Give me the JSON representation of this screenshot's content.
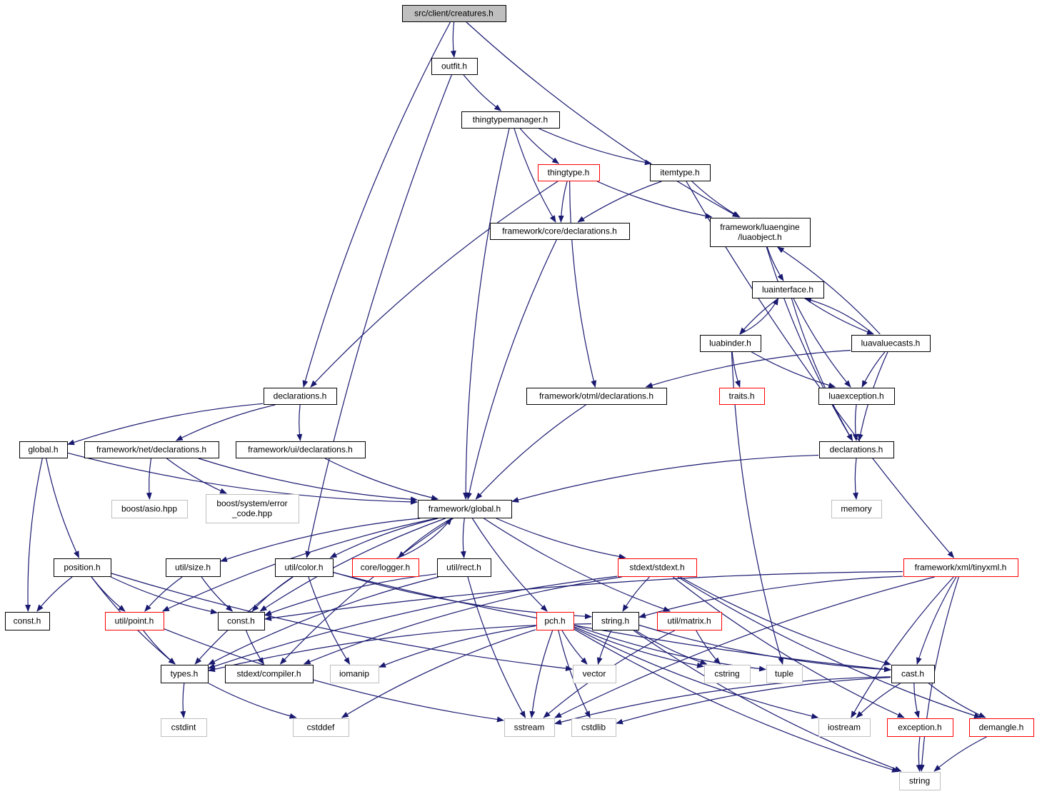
{
  "colors": {
    "edge": "#191970",
    "root_fill": "#bfbfbf",
    "node_border": "#000000",
    "truncated_border": "#ff0000",
    "external_border": "#bfbfbf"
  },
  "nodes": [
    {
      "id": "n_root",
      "lines": [
        "src/client/creatures.h"
      ],
      "kind": "root"
    },
    {
      "id": "n_outfit",
      "lines": [
        "outfit.h"
      ],
      "kind": "normal"
    },
    {
      "id": "n_ttm",
      "lines": [
        "thingtypemanager.h"
      ],
      "kind": "normal"
    },
    {
      "id": "n_thingtype",
      "lines": [
        "thingtype.h"
      ],
      "kind": "truncated"
    },
    {
      "id": "n_itemtype",
      "lines": [
        "itemtype.h"
      ],
      "kind": "normal"
    },
    {
      "id": "n_coredecl",
      "lines": [
        "framework/core/declarations.h"
      ],
      "kind": "normal"
    },
    {
      "id": "n_luaobject",
      "lines": [
        "framework/luaengine",
        "/luaobject.h"
      ],
      "kind": "normal"
    },
    {
      "id": "n_luainterface",
      "lines": [
        "luainterface.h"
      ],
      "kind": "normal"
    },
    {
      "id": "n_luabinder",
      "lines": [
        "luabinder.h"
      ],
      "kind": "normal"
    },
    {
      "id": "n_luavaluecasts",
      "lines": [
        "luavaluecasts.h"
      ],
      "kind": "normal"
    },
    {
      "id": "n_decl_client",
      "lines": [
        "declarations.h"
      ],
      "kind": "normal"
    },
    {
      "id": "n_otmldecl",
      "lines": [
        "framework/otml/declarations.h"
      ],
      "kind": "normal"
    },
    {
      "id": "n_traits",
      "lines": [
        "traits.h"
      ],
      "kind": "truncated"
    },
    {
      "id": "n_luaexception",
      "lines": [
        "luaexception.h"
      ],
      "kind": "normal"
    },
    {
      "id": "n_globalh",
      "lines": [
        "global.h"
      ],
      "kind": "normal"
    },
    {
      "id": "n_netdecl",
      "lines": [
        "framework/net/declarations.h"
      ],
      "kind": "normal"
    },
    {
      "id": "n_uidecl",
      "lines": [
        "framework/ui/declarations.h"
      ],
      "kind": "normal"
    },
    {
      "id": "n_decl_lua",
      "lines": [
        "declarations.h"
      ],
      "kind": "normal"
    },
    {
      "id": "n_boostasio",
      "lines": [
        "boost/asio.hpp"
      ],
      "kind": "external"
    },
    {
      "id": "n_boosterr",
      "lines": [
        "boost/system/error",
        "_code.hpp"
      ],
      "kind": "external"
    },
    {
      "id": "n_fwglobal",
      "lines": [
        "framework/global.h"
      ],
      "kind": "normal"
    },
    {
      "id": "n_memory",
      "lines": [
        "memory"
      ],
      "kind": "external"
    },
    {
      "id": "n_position",
      "lines": [
        "position.h"
      ],
      "kind": "normal"
    },
    {
      "id": "n_size",
      "lines": [
        "util/size.h"
      ],
      "kind": "normal"
    },
    {
      "id": "n_color",
      "lines": [
        "util/color.h"
      ],
      "kind": "normal"
    },
    {
      "id": "n_logger",
      "lines": [
        "core/logger.h"
      ],
      "kind": "truncated"
    },
    {
      "id": "n_rect",
      "lines": [
        "util/rect.h"
      ],
      "kind": "normal"
    },
    {
      "id": "n_stdext",
      "lines": [
        "stdext/stdext.h"
      ],
      "kind": "truncated"
    },
    {
      "id": "n_tinyxml",
      "lines": [
        "framework/xml/tinyxml.h"
      ],
      "kind": "truncated"
    },
    {
      "id": "n_const_l",
      "lines": [
        "const.h"
      ],
      "kind": "normal"
    },
    {
      "id": "n_point",
      "lines": [
        "util/point.h"
      ],
      "kind": "truncated"
    },
    {
      "id": "n_const_m",
      "lines": [
        "const.h"
      ],
      "kind": "normal"
    },
    {
      "id": "n_pch",
      "lines": [
        "pch.h"
      ],
      "kind": "truncated"
    },
    {
      "id": "n_stringh",
      "lines": [
        "string.h"
      ],
      "kind": "normal"
    },
    {
      "id": "n_matrix",
      "lines": [
        "util/matrix.h"
      ],
      "kind": "truncated"
    },
    {
      "id": "n_types",
      "lines": [
        "types.h"
      ],
      "kind": "normal"
    },
    {
      "id": "n_compiler",
      "lines": [
        "stdext/compiler.h"
      ],
      "kind": "normal"
    },
    {
      "id": "n_iomanip",
      "lines": [
        "iomanip"
      ],
      "kind": "external"
    },
    {
      "id": "n_vector",
      "lines": [
        "vector"
      ],
      "kind": "external"
    },
    {
      "id": "n_cstring",
      "lines": [
        "cstring"
      ],
      "kind": "external"
    },
    {
      "id": "n_tuple",
      "lines": [
        "tuple"
      ],
      "kind": "external"
    },
    {
      "id": "n_cast",
      "lines": [
        "cast.h"
      ],
      "kind": "normal"
    },
    {
      "id": "n_cstdint",
      "lines": [
        "cstdint"
      ],
      "kind": "external"
    },
    {
      "id": "n_cstddef",
      "lines": [
        "cstddef"
      ],
      "kind": "external"
    },
    {
      "id": "n_sstream",
      "lines": [
        "sstream"
      ],
      "kind": "external"
    },
    {
      "id": "n_cstdlib",
      "lines": [
        "cstdlib"
      ],
      "kind": "external"
    },
    {
      "id": "n_iostream",
      "lines": [
        "iostream"
      ],
      "kind": "external"
    },
    {
      "id": "n_exception",
      "lines": [
        "exception.h"
      ],
      "kind": "truncated"
    },
    {
      "id": "n_demangle",
      "lines": [
        "demangle.h"
      ],
      "kind": "truncated"
    },
    {
      "id": "n_string",
      "lines": [
        "string"
      ],
      "kind": "external"
    }
  ],
  "edges": [
    [
      "n_root",
      "n_outfit"
    ],
    [
      "n_root",
      "n_decl_client"
    ],
    [
      "n_root",
      "n_luaobject"
    ],
    [
      "n_outfit",
      "n_ttm"
    ],
    [
      "n_outfit",
      "n_color"
    ],
    [
      "n_ttm",
      "n_thingtype"
    ],
    [
      "n_ttm",
      "n_itemtype"
    ],
    [
      "n_ttm",
      "n_coredecl"
    ],
    [
      "n_ttm",
      "n_fwglobal"
    ],
    [
      "n_thingtype",
      "n_coredecl"
    ],
    [
      "n_thingtype",
      "n_luaobject"
    ],
    [
      "n_thingtype",
      "n_decl_client"
    ],
    [
      "n_thingtype",
      "n_otmldecl"
    ],
    [
      "n_itemtype",
      "n_coredecl"
    ],
    [
      "n_itemtype",
      "n_luaobject"
    ],
    [
      "n_itemtype",
      "n_tinyxml"
    ],
    [
      "n_coredecl",
      "n_fwglobal"
    ],
    [
      "n_luaobject",
      "n_luainterface"
    ],
    [
      "n_luaobject",
      "n_decl_lua"
    ],
    [
      "n_luainterface",
      "n_luabinder"
    ],
    [
      "n_luainterface",
      "n_luavaluecasts"
    ],
    [
      "n_luainterface",
      "n_luaexception"
    ],
    [
      "n_luainterface",
      "n_decl_lua"
    ],
    [
      "n_luabinder",
      "n_luainterface"
    ],
    [
      "n_luabinder",
      "n_traits"
    ],
    [
      "n_luabinder",
      "n_luaexception"
    ],
    [
      "n_luabinder",
      "n_tuple"
    ],
    [
      "n_luavaluecasts",
      "n_luainterface"
    ],
    [
      "n_luavaluecasts",
      "n_luaobject"
    ],
    [
      "n_luavaluecasts",
      "n_luaexception"
    ],
    [
      "n_luavaluecasts",
      "n_decl_lua"
    ],
    [
      "n_luavaluecasts",
      "n_otmldecl"
    ],
    [
      "n_luaexception",
      "n_decl_lua"
    ],
    [
      "n_decl_lua",
      "n_fwglobal"
    ],
    [
      "n_decl_lua",
      "n_memory"
    ],
    [
      "n_decl_client",
      "n_globalh"
    ],
    [
      "n_decl_client",
      "n_netdecl"
    ],
    [
      "n_decl_client",
      "n_uidecl"
    ],
    [
      "n_otmldecl",
      "n_fwglobal"
    ],
    [
      "n_globalh",
      "n_fwglobal"
    ],
    [
      "n_globalh",
      "n_position"
    ],
    [
      "n_globalh",
      "n_const_l"
    ],
    [
      "n_netdecl",
      "n_fwglobal"
    ],
    [
      "n_netdecl",
      "n_boostasio"
    ],
    [
      "n_netdecl",
      "n_boosterr"
    ],
    [
      "n_uidecl",
      "n_fwglobal"
    ],
    [
      "n_fwglobal",
      "n_size"
    ],
    [
      "n_fwglobal",
      "n_color"
    ],
    [
      "n_fwglobal",
      "n_logger"
    ],
    [
      "n_fwglobal",
      "n_rect"
    ],
    [
      "n_fwglobal",
      "n_stdext"
    ],
    [
      "n_fwglobal",
      "n_point"
    ],
    [
      "n_fwglobal",
      "n_const_m"
    ],
    [
      "n_fwglobal",
      "n_pch"
    ],
    [
      "n_fwglobal",
      "n_matrix"
    ],
    [
      "n_fwglobal",
      "n_compiler"
    ],
    [
      "n_logger",
      "n_fwglobal"
    ],
    [
      "n_position",
      "n_const_l"
    ],
    [
      "n_position",
      "n_point"
    ],
    [
      "n_position",
      "n_const_m"
    ],
    [
      "n_position",
      "n_types"
    ],
    [
      "n_position",
      "n_vector"
    ],
    [
      "n_size",
      "n_point"
    ],
    [
      "n_size",
      "n_const_m"
    ],
    [
      "n_color",
      "n_const_m"
    ],
    [
      "n_color",
      "n_types"
    ],
    [
      "n_color",
      "n_stringh"
    ],
    [
      "n_color",
      "n_iomanip"
    ],
    [
      "n_color",
      "n_cast"
    ],
    [
      "n_rect",
      "n_const_m"
    ],
    [
      "n_rect",
      "n_types"
    ],
    [
      "n_rect",
      "n_sstream"
    ],
    [
      "n_stdext",
      "n_stringh"
    ],
    [
      "n_stdext",
      "n_types"
    ],
    [
      "n_stdext",
      "n_compiler"
    ],
    [
      "n_stdext",
      "n_cast"
    ],
    [
      "n_stdext",
      "n_exception"
    ],
    [
      "n_stdext",
      "n_demangle"
    ],
    [
      "n_tinyxml",
      "n_stringh"
    ],
    [
      "n_tinyxml",
      "n_cast"
    ],
    [
      "n_tinyxml",
      "n_sstream"
    ],
    [
      "n_tinyxml",
      "n_iostream"
    ],
    [
      "n_tinyxml",
      "n_string"
    ],
    [
      "n_tinyxml",
      "n_const_m"
    ],
    [
      "n_point",
      "n_types"
    ],
    [
      "n_point",
      "n_sstream"
    ],
    [
      "n_const_m",
      "n_compiler"
    ],
    [
      "n_pch",
      "n_vector"
    ],
    [
      "n_pch",
      "n_sstream"
    ],
    [
      "n_pch",
      "n_cstdlib"
    ],
    [
      "n_pch",
      "n_string"
    ],
    [
      "n_pch",
      "n_iostream"
    ],
    [
      "n_pch",
      "n_cstddef"
    ],
    [
      "n_pch",
      "n_iomanip"
    ],
    [
      "n_pch",
      "n_cstring"
    ],
    [
      "n_pch",
      "n_tuple"
    ],
    [
      "n_stringh",
      "n_types"
    ],
    [
      "n_stringh",
      "n_vector"
    ],
    [
      "n_stringh",
      "n_cstring"
    ],
    [
      "n_stringh",
      "n_cast"
    ],
    [
      "n_stringh",
      "n_string"
    ],
    [
      "n_matrix",
      "n_cstring"
    ],
    [
      "n_matrix",
      "n_sstream"
    ],
    [
      "n_types",
      "n_cstdint"
    ],
    [
      "n_types",
      "n_cstddef"
    ],
    [
      "n_cast",
      "n_sstream"
    ],
    [
      "n_cast",
      "n_exception"
    ],
    [
      "n_cast",
      "n_demangle"
    ],
    [
      "n_cast",
      "n_iostream"
    ],
    [
      "n_cast",
      "n_cstdlib"
    ],
    [
      "n_exception",
      "n_string"
    ],
    [
      "n_demangle",
      "n_string"
    ]
  ]
}
